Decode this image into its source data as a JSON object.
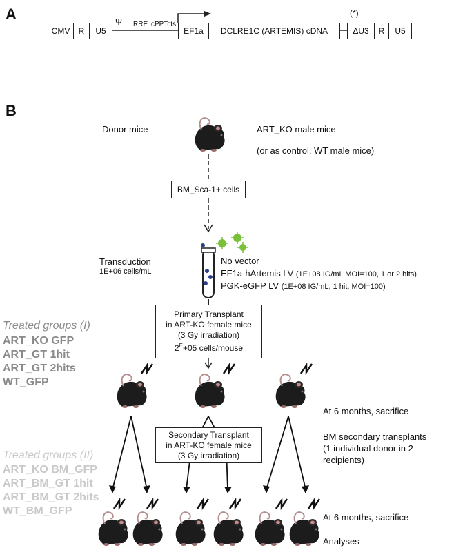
{
  "panelA": {
    "letter": "A",
    "segments": [
      "CMV",
      "R",
      "U5",
      "EF1a",
      "DCLRE1C (ARTEMIS) cDNA",
      "ΔU3",
      "R",
      "U5"
    ],
    "psi": "Ψ",
    "rre": "RRE",
    "cppt": "cPPTcts",
    "asterisk": "(*)"
  },
  "panelB": {
    "letter": "B",
    "donor_label": "Donor mice",
    "art_ko_label": "ART_KO male mice",
    "control_label": "(or as control, WT male mice)",
    "bm_box": "BM_Sca-1+ cells",
    "transduction": "Transduction",
    "transduction_conc": "1E+06 cells/mL",
    "no_vector": "No vector",
    "ef1a_lv": "EF1a-hArtemis LV",
    "ef1a_lv_detail": "(1E+08 IG/mL MOI=100, 1 or 2 hits)",
    "pgk_lv": "PGK-eGFP LV",
    "pgk_lv_detail": "(1E+08 IG/mL, 1 hit, MOI=100)",
    "primary": {
      "line1": "Primary Transplant",
      "line2": "in ART-KO female mice",
      "line3": "(3 Gy irradiation)",
      "line4_base": "2",
      "line4_sup": "E",
      "line4_rest": "+05 cells/mouse"
    },
    "groups_I_title": "Treated groups (I)",
    "groups_I": [
      "ART_KO GFP",
      "ART_GT 1hit",
      "ART_GT 2hits",
      "WT_GFP"
    ],
    "sacrifice_1": "At 6 months, sacrifice",
    "secondary": {
      "line1": "Secondary Transplant",
      "line2": "in ART-KO female mice",
      "line3": "(3 Gy irradiation)"
    },
    "bm_secondary_1": "BM secondary transplants",
    "bm_secondary_2": "(1 individual donor in 2",
    "bm_secondary_3": "recipients)",
    "groups_II_title": "Treated groups (II)",
    "groups_II": [
      "ART_KO BM_GFP",
      "ART_BM_GT 1hit",
      "ART_BM_GT 2hits",
      "WT_BM_GFP"
    ],
    "sacrifice_2": "At 6 months, sacrifice",
    "analyses": "Analyses"
  },
  "colors": {
    "mouse_body": "#1c1c1c",
    "mouse_ear": "#c98a8a",
    "virus": "#7ac13a",
    "cells": "#2b3f8a",
    "group_I": "#8a8a8a",
    "group_II": "#c9c9c9"
  }
}
